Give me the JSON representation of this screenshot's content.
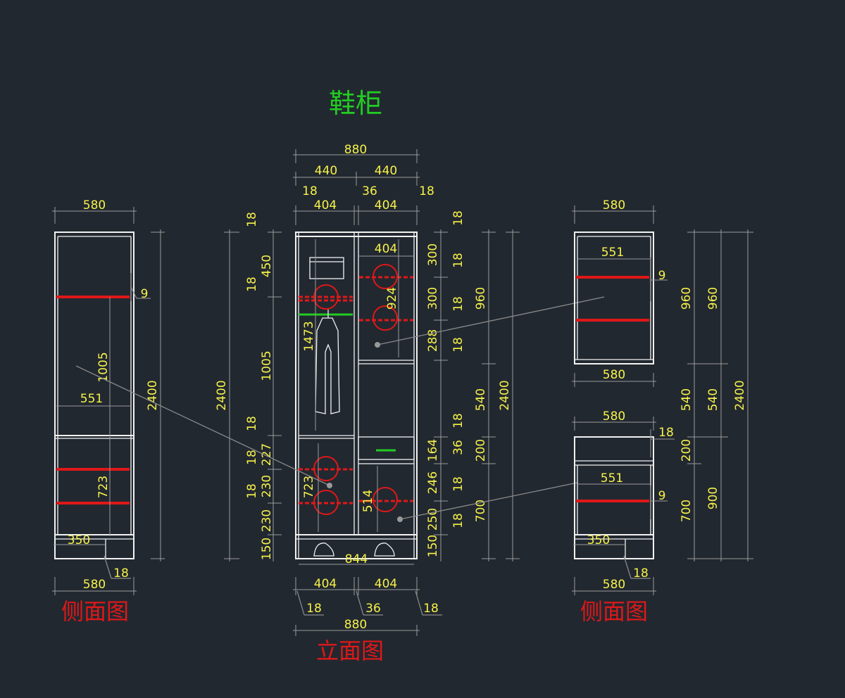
{
  "title": "鞋柜",
  "view_labels": {
    "left_side": "侧面图",
    "front": "立面图",
    "right_side": "侧面图"
  },
  "left": {
    "width_top": "580",
    "width_bottom": "580",
    "inner_width": "551",
    "height": "2400",
    "gap": "9",
    "upper": "1005",
    "lower": "723",
    "base": "350",
    "thick": "18"
  },
  "front": {
    "overall_top": "880",
    "half_left": "440",
    "half_right": "440",
    "side_left": "18",
    "middle": "36",
    "side_right": "18",
    "bay_left": "404",
    "bay_right": "404",
    "inner_top": "404",
    "left_dims": [
      "18",
      "450",
      "18",
      "1005",
      "18",
      "227",
      "18",
      "230",
      "18",
      "230",
      "150"
    ],
    "left_total": "2400",
    "mid_dims": [
      "1473",
      "723",
      "924",
      "514"
    ],
    "right_dims": [
      "18",
      "300",
      "18",
      "300",
      "18",
      "288",
      "18",
      "18",
      "164",
      "36",
      "246",
      "18",
      "250",
      "18",
      "150"
    ],
    "right_outer": [
      "960",
      "540",
      "200",
      "700"
    ],
    "right_total": "2400",
    "inner_bottom": "844",
    "bay_left_b": "404",
    "bay_right_b": "404",
    "side_left_b": "18",
    "middle_b": "36",
    "side_right_b": "18",
    "overall_bottom": "880"
  },
  "right": {
    "upper_top_w": "580",
    "upper_inner": "551",
    "upper_bottom_w": "580",
    "lower_top_w": "580",
    "lower_inner": "551",
    "lower_bottom_w": "580",
    "gap": "9",
    "gap2": "9",
    "thick_top": "18",
    "base": "350",
    "thick": "18",
    "h1": "960",
    "h1b": "960",
    "h2": "540",
    "h2b": "540",
    "h3": "200",
    "h4": "700",
    "h5": "900",
    "total": "2400"
  },
  "colors": {
    "background": "#222830",
    "outline": "#f2f2f2",
    "dimension_text": "#f6f24a",
    "accent_red": "#e01818",
    "accent_green": "#22cc22"
  }
}
